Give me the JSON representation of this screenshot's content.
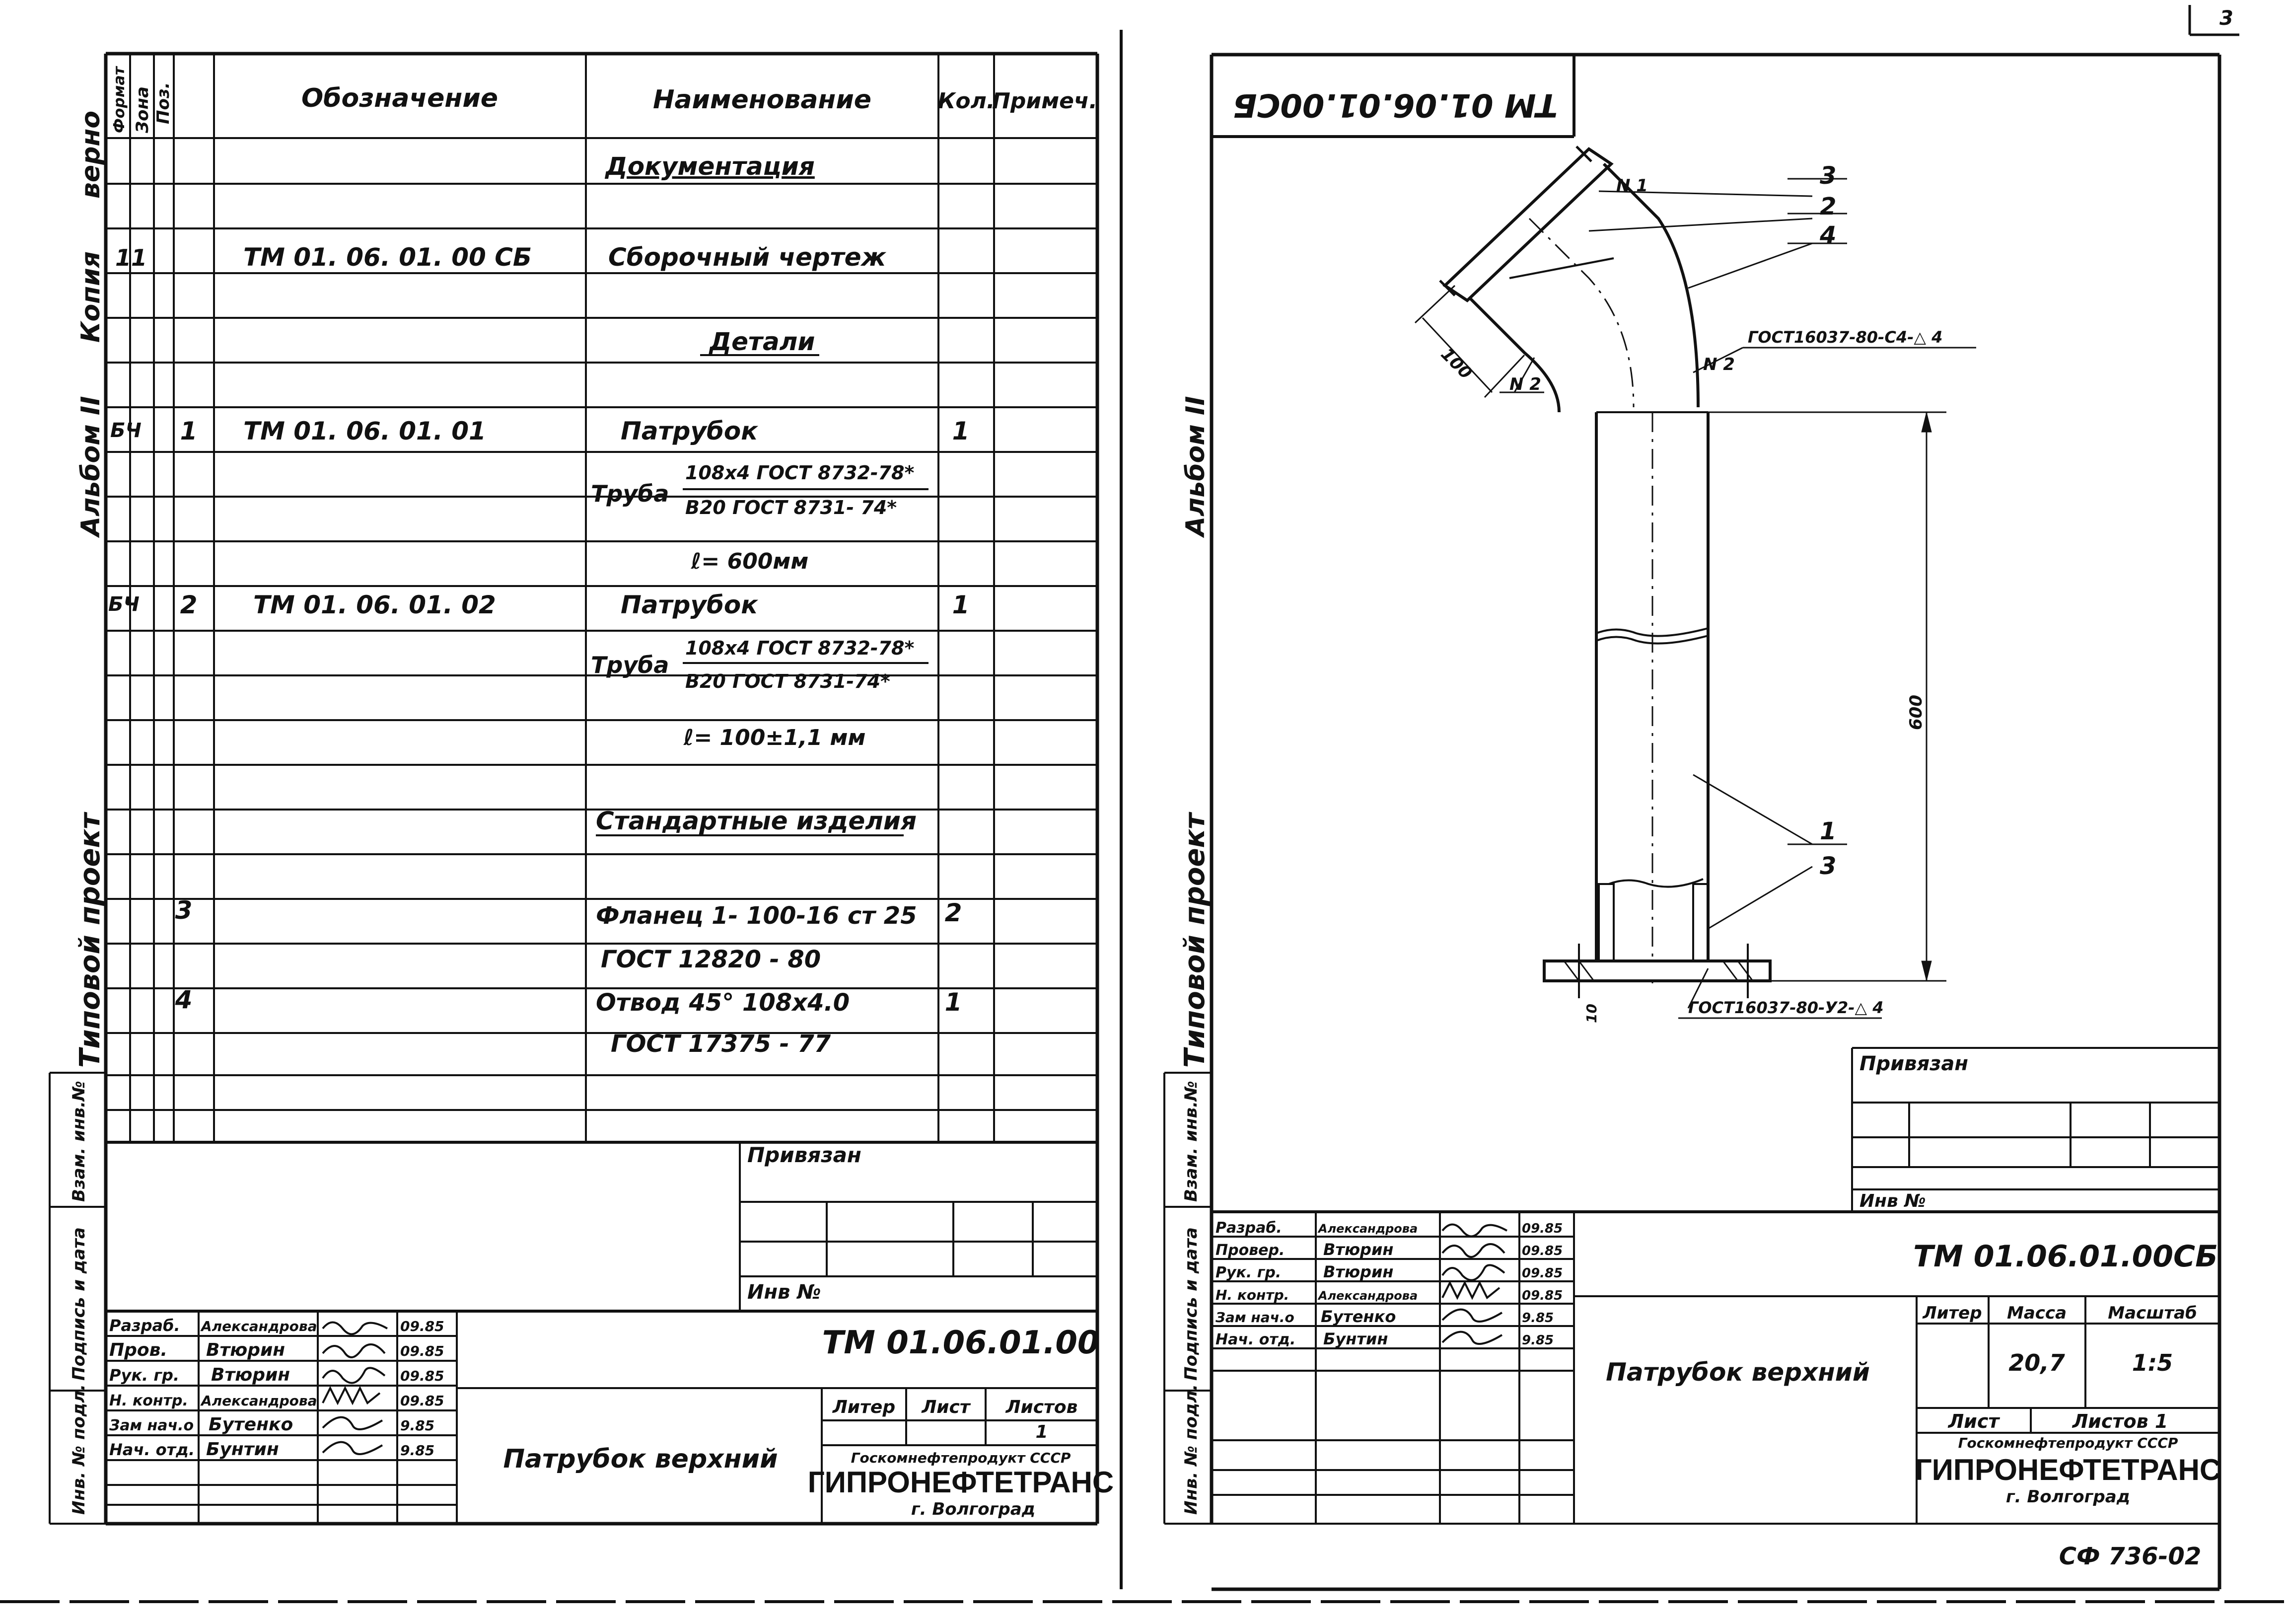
{
  "left_sheet": {
    "side_labels": {
      "kopia": "Копия",
      "verno": "верно",
      "album": "Альбом II",
      "project": "Типовой проект",
      "vzam": "Взам. инв.№",
      "podpis": "Подпись и дата",
      "inv": "Инв. № подл."
    },
    "header": {
      "format": "Формат",
      "zona": "Зона",
      "poz": "Поз.",
      "oboznachenie": "Обозначение",
      "naimenovanie": "Наименование",
      "kol": "Кол.",
      "primech": "Примеч."
    },
    "rows": [
      {
        "text": "Документация",
        "kind": "section"
      },
      {
        "format": "11",
        "oboz": "ТМ 01. 06. 01. 00 СБ",
        "name": "Сборочный чертеж"
      },
      {
        "text": "Детали",
        "kind": "section"
      },
      {
        "format": "БЧ",
        "poz": "1",
        "oboz": "ТМ 01. 06. 01. 01",
        "name": "Патрубок",
        "kol": "1"
      },
      {
        "pipe_label": "Труба",
        "frac_top": "108х4 ГОСТ 8732-78*",
        "frac_bot": "В20 ГОСТ 8731- 74*"
      },
      {
        "text": "ℓ= 600мм",
        "kind": "length"
      },
      {
        "format": "БЧ",
        "poz": "2",
        "oboz": "ТМ 01. 06. 01. 02",
        "name": "Патрубок",
        "kol": "1"
      },
      {
        "pipe_label": "Труба",
        "frac_top": "108х4 ГОСТ 8732-78*",
        "frac_bot": "В20 ГОСТ 8731-74*"
      },
      {
        "text": "ℓ= 100±1,1 мм",
        "kind": "length"
      },
      {
        "text": "Стандартные изделия",
        "kind": "section"
      },
      {
        "poz": "3",
        "name": "Фланец 1- 100-16 ст 25",
        "kol": "2"
      },
      {
        "name": "ГОСТ 12820 - 80"
      },
      {
        "poz": "4",
        "name": "Отвод 45° 108х4.0",
        "kol": "1"
      },
      {
        "name": "ГОСТ 17375 - 77"
      }
    ],
    "privyazan": "Привязан",
    "inv_no": "Инв №",
    "stamp": {
      "designation": "ТМ 01.06.01.00",
      "title": "Патрубок верхний",
      "litera": "Литер",
      "list": "Лист",
      "listov": "Листов",
      "listov_value": "1",
      "org_top": "Госкомнефтепродукт СССР",
      "org": "ГИПРОНЕФТЕТРАНС",
      "city": "г. Волгоград",
      "people": [
        {
          "role": "Разраб.",
          "name": "Александрова",
          "date": "09.85"
        },
        {
          "role": "Пров.",
          "name": "Втюрин",
          "date": "09.85"
        },
        {
          "role": "Рук. гр.",
          "name": "Втюрин",
          "date": "09.85"
        },
        {
          "role": "Н. контр.",
          "name": "Александрова",
          "date": "09.85"
        },
        {
          "role": "Зам нач.о",
          "name": "Бутенко",
          "date": "9.85"
        },
        {
          "role": "Нач. отд.",
          "name": "Бунтин",
          "date": "9.85"
        }
      ]
    }
  },
  "right_sheet": {
    "page_mark": "3",
    "rotated_code": "ТМ 01.06.01.00СБ",
    "side_labels": {
      "album": "Альбом II",
      "project": "Типовой проект",
      "vzam": "Взам. инв.№",
      "podpis": "Подпись и дата",
      "inv": "Инв. № подл."
    },
    "drawing": {
      "callouts": [
        "3",
        "2",
        "4",
        "1",
        "3"
      ],
      "weld_n1": "N 1",
      "weld_n2a": "N 2",
      "weld_n2b": "N 2",
      "gost_top": "ГОСТ16037-80-С4-△ 4",
      "gost_bottom": "ГОСТ16037-80-У2-△ 4",
      "dim_100": "100",
      "dim_600": "600",
      "dim_small": "10"
    },
    "privyazan": "Привязан",
    "inv_no": "Инв №",
    "stamp": {
      "designation": "ТМ 01.06.01.00СБ",
      "title": "Патрубок верхний",
      "litera": "Литер",
      "massa": "Масса",
      "masshtab": "Масштаб",
      "massa_value": "20,7",
      "masshtab_value": "1:5",
      "list": "Лист",
      "listov": "Листов 1",
      "org_top": "Госкомнефтепродукт СССР",
      "org": "ГИПРОНЕФТЕТРАНС",
      "city": "г. Волгоград",
      "people": [
        {
          "role": "Разраб.",
          "name": "Александрова",
          "date": "09.85"
        },
        {
          "role": "Провер.",
          "name": "Втюрин",
          "date": "09.85"
        },
        {
          "role": "Рук. гр.",
          "name": "Втюрин",
          "date": "09.85"
        },
        {
          "role": "Н. контр.",
          "name": "Александрова",
          "date": "09.85"
        },
        {
          "role": "Зам нач.о",
          "name": "Бутенко",
          "date": "9.85"
        },
        {
          "role": "Нач. отд.",
          "name": "Бунтин",
          "date": "9.85"
        }
      ]
    },
    "footer_code": "СФ 736-02"
  }
}
